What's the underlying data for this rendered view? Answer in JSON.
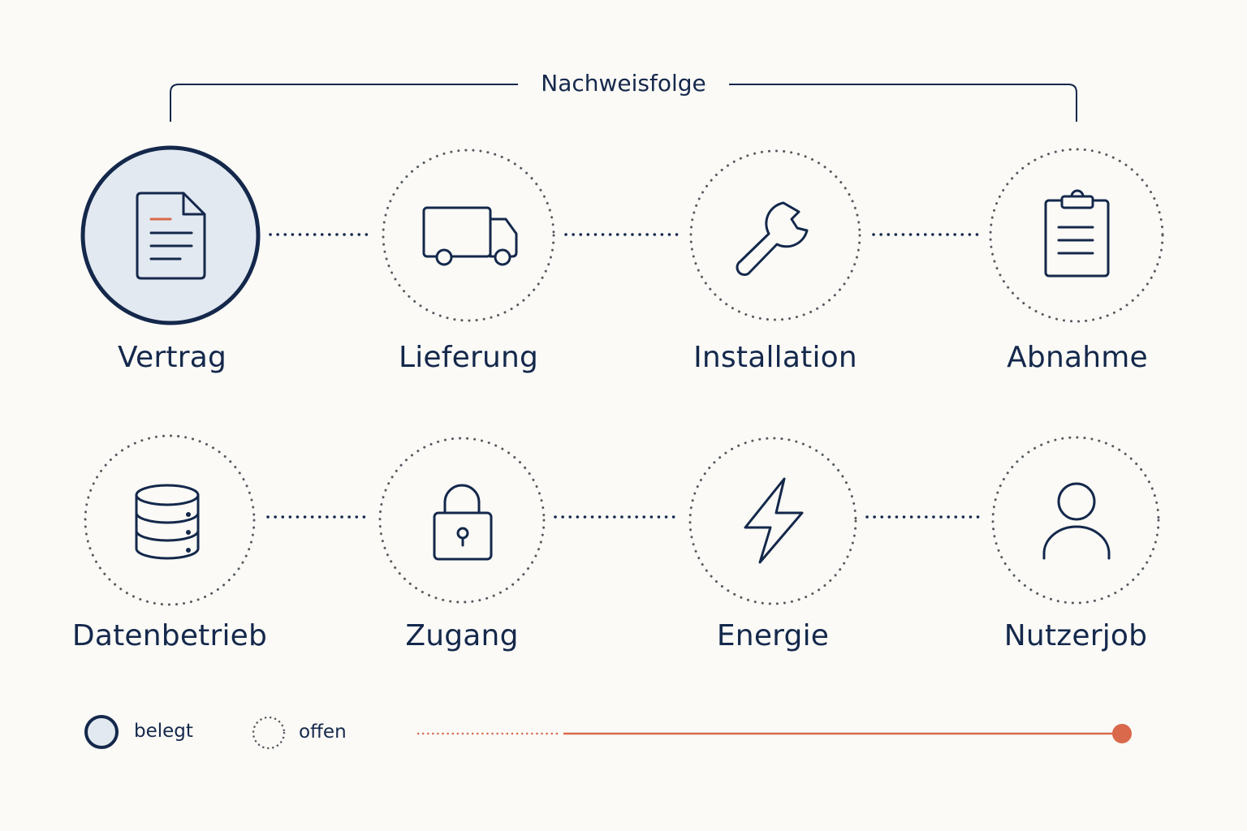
{
  "title": "Nachweisfolge",
  "steps": [
    {
      "label": "Vertrag",
      "icon": "document-icon",
      "state": "belegt"
    },
    {
      "label": "Lieferung",
      "icon": "truck-icon",
      "state": "offen"
    },
    {
      "label": "Installation",
      "icon": "wrench-icon",
      "state": "offen"
    },
    {
      "label": "Abnahme",
      "icon": "clipboard-icon",
      "state": "offen"
    },
    {
      "label": "Datenbetrieb",
      "icon": "database-icon",
      "state": "offen"
    },
    {
      "label": "Zugang",
      "icon": "lock-icon",
      "state": "offen"
    },
    {
      "label": "Energie",
      "icon": "lightning-icon",
      "state": "offen"
    },
    {
      "label": "Nutzerjob",
      "icon": "user-icon",
      "state": "offen"
    }
  ],
  "legend": {
    "filled_label": "belegt",
    "open_label": "offen"
  },
  "colors": {
    "navy": "#14284b",
    "filled_bg": "#e3e9f1",
    "dots": "#55595f",
    "accent": "#d9694a",
    "background": "#fbfaf7"
  }
}
